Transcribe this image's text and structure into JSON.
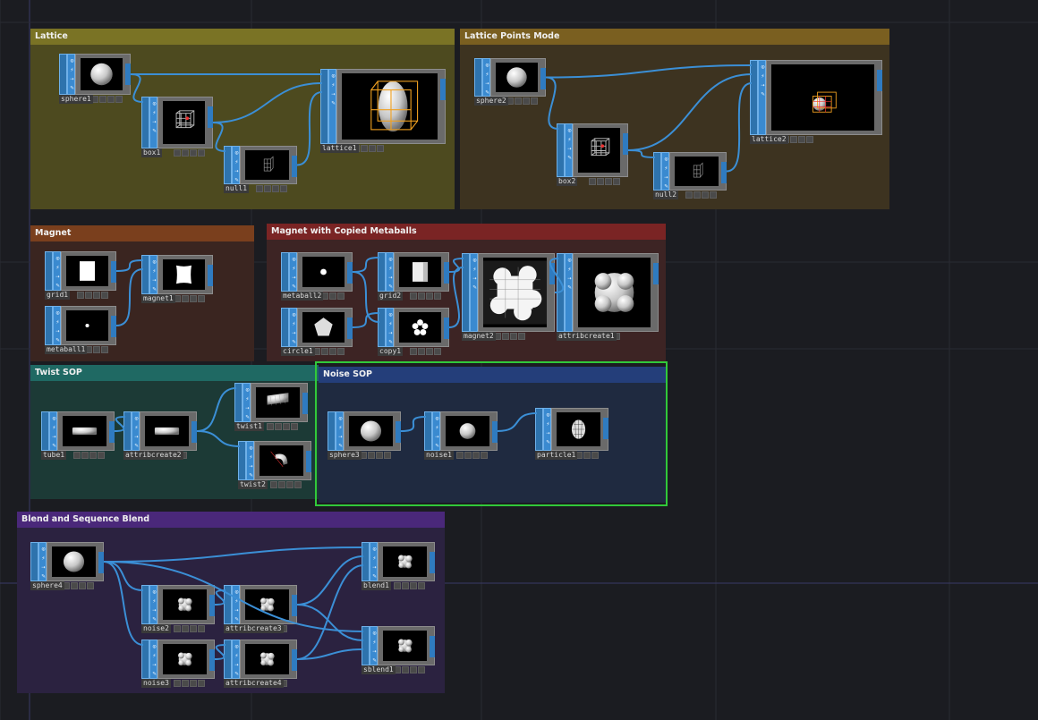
{
  "comments": [
    {
      "id": "lattice",
      "title": "Lattice",
      "color": "#4d4a1f",
      "hdr": "#7a7325"
    },
    {
      "id": "lattice_points",
      "title": "Lattice Points Mode",
      "color": "#3d3320",
      "hdr": "#7a5f20"
    },
    {
      "id": "magnet",
      "title": "Magnet",
      "color": "#3a2520",
      "hdr": "#7a3f1d"
    },
    {
      "id": "magnet_copied",
      "title": "Magnet with Copied Metaballs",
      "color": "#3d2424",
      "hdr": "#7a2424"
    },
    {
      "id": "twist",
      "title": "Twist SOP",
      "color": "#1c3a36",
      "hdr": "#1f6963"
    },
    {
      "id": "noise",
      "title": "Noise SOP",
      "color": "#1f2a40",
      "hdr": "#243e7a"
    },
    {
      "id": "blend",
      "title": "Blend and Sequence Blend",
      "color": "#2b2240",
      "hdr": "#4a287a"
    }
  ],
  "nodes": [
    {
      "id": "sphere1",
      "name": "sphere1",
      "thumb": "sphere"
    },
    {
      "id": "box1",
      "name": "box1",
      "thumb": "box"
    },
    {
      "id": "null1",
      "name": "null1",
      "thumb": "lattice-small"
    },
    {
      "id": "lattice1",
      "name": "lattice1",
      "thumb": "lattice-egg"
    },
    {
      "id": "sphere2",
      "name": "sphere2",
      "thumb": "sphere"
    },
    {
      "id": "box2",
      "name": "box2",
      "thumb": "box"
    },
    {
      "id": "null2",
      "name": "null2",
      "thumb": "lattice-small"
    },
    {
      "id": "lattice2",
      "name": "lattice2",
      "thumb": "lattice-small-red"
    },
    {
      "id": "grid1",
      "name": "grid1",
      "thumb": "grid-dots"
    },
    {
      "id": "magnet1",
      "name": "magnet1",
      "thumb": "square-warp"
    },
    {
      "id": "metaball1",
      "name": "metaball1",
      "thumb": "dot"
    },
    {
      "id": "metaball2",
      "name": "metaball2",
      "thumb": "dot-big"
    },
    {
      "id": "grid2",
      "name": "grid2",
      "thumb": "square"
    },
    {
      "id": "circle1",
      "name": "circle1",
      "thumb": "pentagon"
    },
    {
      "id": "copy1",
      "name": "copy1",
      "thumb": "flower"
    },
    {
      "id": "magnet2",
      "name": "magnet2",
      "thumb": "wire-blob"
    },
    {
      "id": "attribcreate1",
      "name": "attribcreate1",
      "thumb": "blob"
    },
    {
      "id": "tube1",
      "name": "tube1",
      "thumb": "tube"
    },
    {
      "id": "attribcreate2",
      "name": "attribcreate2",
      "thumb": "tube"
    },
    {
      "id": "twist1",
      "name": "twist1",
      "thumb": "twisted"
    },
    {
      "id": "twist2",
      "name": "twist2",
      "thumb": "bent"
    },
    {
      "id": "sphere3",
      "name": "sphere3",
      "thumb": "sphere"
    },
    {
      "id": "noise1",
      "name": "noise1",
      "thumb": "sphere-small"
    },
    {
      "id": "particle1",
      "name": "particle1",
      "thumb": "wire-ball"
    },
    {
      "id": "sphere4",
      "name": "sphere4",
      "thumb": "sphere"
    },
    {
      "id": "noise2",
      "name": "noise2",
      "thumb": "lumpy"
    },
    {
      "id": "attribcreate3",
      "name": "attribcreate3",
      "thumb": "lumpy"
    },
    {
      "id": "blend1",
      "name": "blend1",
      "thumb": "lumpy"
    },
    {
      "id": "noise3",
      "name": "noise3",
      "thumb": "lumpy"
    },
    {
      "id": "attribcreate4",
      "name": "attribcreate4",
      "thumb": "lumpy"
    },
    {
      "id": "sblend1",
      "name": "sblend1",
      "thumb": "lumpy"
    }
  ],
  "connections": [
    [
      "sphere1",
      "lattice1"
    ],
    [
      "sphere1",
      "box1"
    ],
    [
      "box1",
      "lattice1"
    ],
    [
      "box1",
      "null1"
    ],
    [
      "null1",
      "lattice1"
    ],
    [
      "sphere2",
      "lattice2"
    ],
    [
      "sphere2",
      "box2"
    ],
    [
      "box2",
      "lattice2"
    ],
    [
      "box2",
      "null2"
    ],
    [
      "null2",
      "lattice2"
    ],
    [
      "grid1",
      "magnet1"
    ],
    [
      "metaball1",
      "magnet1"
    ],
    [
      "metaball2",
      "grid2"
    ],
    [
      "circle1",
      "copy1"
    ],
    [
      "metaball2",
      "copy1"
    ],
    [
      "grid2",
      "magnet2"
    ],
    [
      "copy1",
      "magnet2"
    ],
    [
      "magnet2",
      "attribcreate1"
    ],
    [
      "tube1",
      "attribcreate2"
    ],
    [
      "attribcreate2",
      "twist1"
    ],
    [
      "attribcreate2",
      "twist2"
    ],
    [
      "sphere3",
      "noise1"
    ],
    [
      "noise1",
      "particle1"
    ],
    [
      "sphere4",
      "blend1"
    ],
    [
      "sphere4",
      "noise2"
    ],
    [
      "sphere4",
      "noise3"
    ],
    [
      "noise2",
      "attribcreate3"
    ],
    [
      "noise3",
      "attribcreate4"
    ],
    [
      "attribcreate3",
      "blend1"
    ],
    [
      "attribcreate4",
      "blend1"
    ],
    [
      "sphere4",
      "sblend1"
    ],
    [
      "attribcreate3",
      "sblend1"
    ],
    [
      "attribcreate4",
      "sblend1"
    ]
  ],
  "colors": {
    "wire": "#3b8fd6",
    "selected": "#31c93a",
    "background": "#1b1c21"
  }
}
